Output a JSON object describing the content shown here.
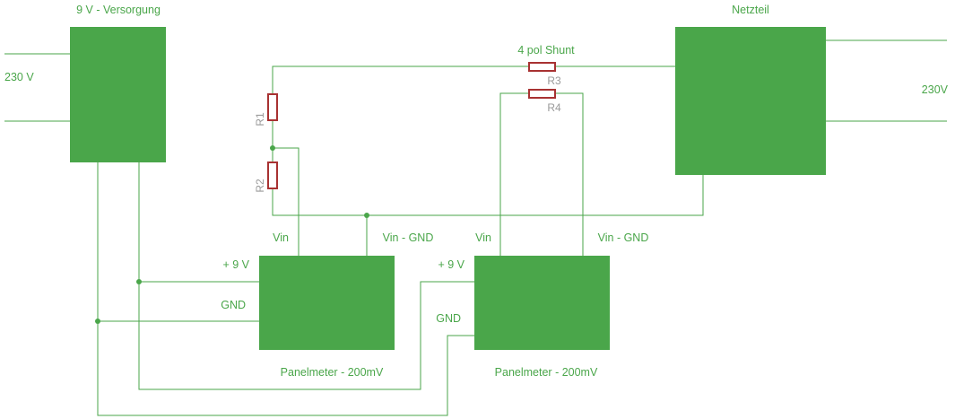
{
  "blocks": {
    "supply9v": "9 V - Versorgung",
    "psu": "Netzteil",
    "meter1": "Panelmeter - 200mV",
    "meter2": "Panelmeter - 200mV"
  },
  "mains": {
    "left": "230 V",
    "right": "230V"
  },
  "shunt": {
    "title": "4 pol Shunt",
    "r3": "R3",
    "r4": "R4"
  },
  "divider": {
    "r1": "R1",
    "r2": "R2"
  },
  "pins": {
    "m1_vin": "Vin",
    "m1_vin_gnd": "Vin - GND",
    "m1_plus9v": "+ 9 V",
    "m1_gnd": "GND",
    "m2_vin": "Vin",
    "m2_vin_gnd": "Vin - GND",
    "m2_plus9v": "+ 9 V",
    "m2_gnd": "GND"
  },
  "colors": {
    "wire": "#4aa64a",
    "block": "#4aa64a",
    "resistor": "#a83232",
    "ref_label": "#9a9a9a"
  }
}
